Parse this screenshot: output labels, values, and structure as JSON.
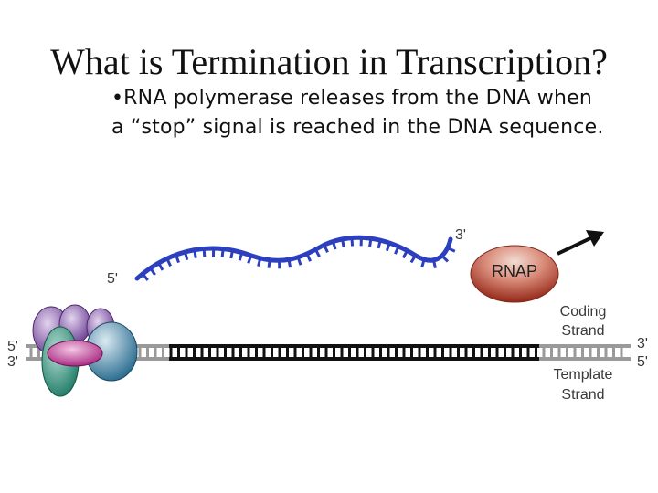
{
  "slide": {
    "title": "What is Termination in Transcription?",
    "bullet": "•RNA polymerase releases from the DNA when a “stop” signal is reached in the DNA sequence."
  },
  "diagram": {
    "rna": {
      "end_5": "5'",
      "end_3": "3'"
    },
    "polymerase": {
      "label": "RNAP"
    },
    "dna": {
      "left_top": "5'",
      "left_bottom": "3'",
      "right_top": "3'",
      "right_bottom": "5'",
      "coding_strand_line1": "Coding",
      "coding_strand_line2": "Strand",
      "template_strand_line1": "Template",
      "template_strand_line2": "Strand"
    },
    "colors": {
      "rna": "#2b3fbf",
      "dna_black": "#111111",
      "dna_grey": "#9a9a9a",
      "rnap_light": "#e8c4b8",
      "rnap_dark": "#8e1f10",
      "arrow": "#111111"
    },
    "icons": {
      "protein_complex": "protein-complex-icon",
      "release_arrow": "arrow-up-right-icon"
    }
  }
}
